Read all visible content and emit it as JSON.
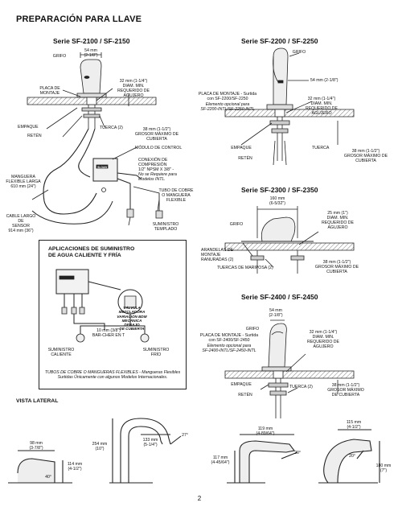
{
  "page_title": "PREPARACIÓN PARA LLAVE",
  "page_number": "2",
  "side_view_title": "VISTA LATERAL",
  "series": {
    "s2100": {
      "title": "Serie SF-2100 / SF-2150",
      "grifo": "GRIFO",
      "width": "54 mm\n(2-1/8\")",
      "placa": "PLACA DE\nMONTAJE",
      "hole": "32 mm (1-1/4\")\nDIAM. MIN.\nREQUERIDO DE\nAGUJERO",
      "empaque": "EMPAQUE",
      "reten": "RETÉN",
      "tuerca": "TUERCA (2)",
      "grosor": "38 mm (1-1/2\")\nGROSOR MÁXIMO DE\nCUBIERTA",
      "modulo": "MÓDULO DE CONTROL",
      "conexion": "CONEXIÓN DE\nCOMPRESIÓN\n1/2\" NPSM X 3/8\" -",
      "conexion_note": "No se Requiere para\nModelos INTL.",
      "manguera": "MANGUERA\nFLEXIBLE LARGA\n610 mm (24\")",
      "tubo": "TUBO DE COBRE\nO MANGUERA\nFLEXIBLE",
      "cable": "CABLE LARGO DE\nSENSOR\n914 mm (36\")",
      "suministro": "SUMINISTRO\nTEMPLADO"
    },
    "s2200": {
      "title": "Serie SF-2200 / SF-2250",
      "grifo": "GRIFO",
      "width": "54 mm (2-1/8\")",
      "placa": "PLACA DE MONTAJE - Surtida\ncon SF-2200/SF-2250",
      "placa_note": "Elemento opcional para\nSF-2200-INTL/SF-2250-INTL",
      "hole": "32 mm (1-1/4\")\nDIAM. MIN.\nREQUERIDO DE\nAGUJERO",
      "empaque": "EMPAQUE",
      "reten": "RETÉN",
      "tuerca": "TUERCA",
      "grosor": "38 mm (1-1/2\")\nGROSOR MÁXIMO DE\nCUBIERTA"
    },
    "s2300": {
      "title": "Serie SF-2300 / SF-2350",
      "width": "160 mm\n(6-5/32\")",
      "grifo": "GRIFO",
      "hole": "25 mm (1\")\nDIAM. MIN.\nREQUERIDO DE\nAGUJERO",
      "arandelas": "ARANDELAS DE\nMONTAJE\nRANURADAS (2)",
      "tuercas": "TUERCAS DE MARIPOSA (2)",
      "grosor": "38 mm (1-1/2\")\nGROSOR MÁXIMO DE\nCUBIERTA"
    },
    "s2400": {
      "title": "Serie SF-2400 / SF-2450",
      "width": "54 mm\n(2-1/8\")",
      "grifo": "GRIFO",
      "placa": "PLACA DE MONTAJE - Surtida\ncon SF-2400/SF-2450",
      "placa_note": "Elemento opcional para\nSF-2400-INTL/SF-2450-INTL",
      "hole": "32 mm (1-1/4\")\nDIAM. MIN.\nREQUERIDO DE\nAGUJERO",
      "empaque": "EMPAQUE",
      "reten": "RETÉN",
      "tuerca": "TUERCA (2)",
      "grosor": "38 mm (1-1/2\")\nGROSOR MÁXIMO\nDE CUBIERTA"
    }
  },
  "hot_cold": {
    "title": "APLICACIONES DE SUMINISTRO\nDE AGUA CALIENTE Y FRÍA",
    "valve": "VÁLVULA MEZCLADORA\nVARIACIÓN BDM\nMECÁNICA DEBAJO\nDE CUBIERTA",
    "tee": "10 mm (3/8\")\nBAR-CHER EN T",
    "hot": "SUMINISTRO\nCALIENTE",
    "cold": "SUMINISTRO\nFRÍO",
    "note": "TUBOS DE COBRE O MANGUERAS FLEXIBLES - Mangueras Flexibles\nSurtidas Únicamente con algunos Modelos Internacionales."
  },
  "side_views": {
    "v1": {
      "len": "98 mm\n(3-7/8\")",
      "height": "114 mm\n(4-1/2\")",
      "angle": "40°"
    },
    "v2": {
      "height": "254 mm\n(10\")",
      "reach": "133 mm\n(5-1/4\")",
      "angle": "27°"
    },
    "v3": {
      "reach": "119 mm\n(4-89/64\")",
      "height": "117 mm\n(4-45/64\")",
      "angle": "20°"
    },
    "v4": {
      "reach": "115 mm\n(4-1/2\")",
      "height": "180 mm\n(7\")",
      "angle": "20°"
    }
  },
  "brand_label": "SLOAN"
}
